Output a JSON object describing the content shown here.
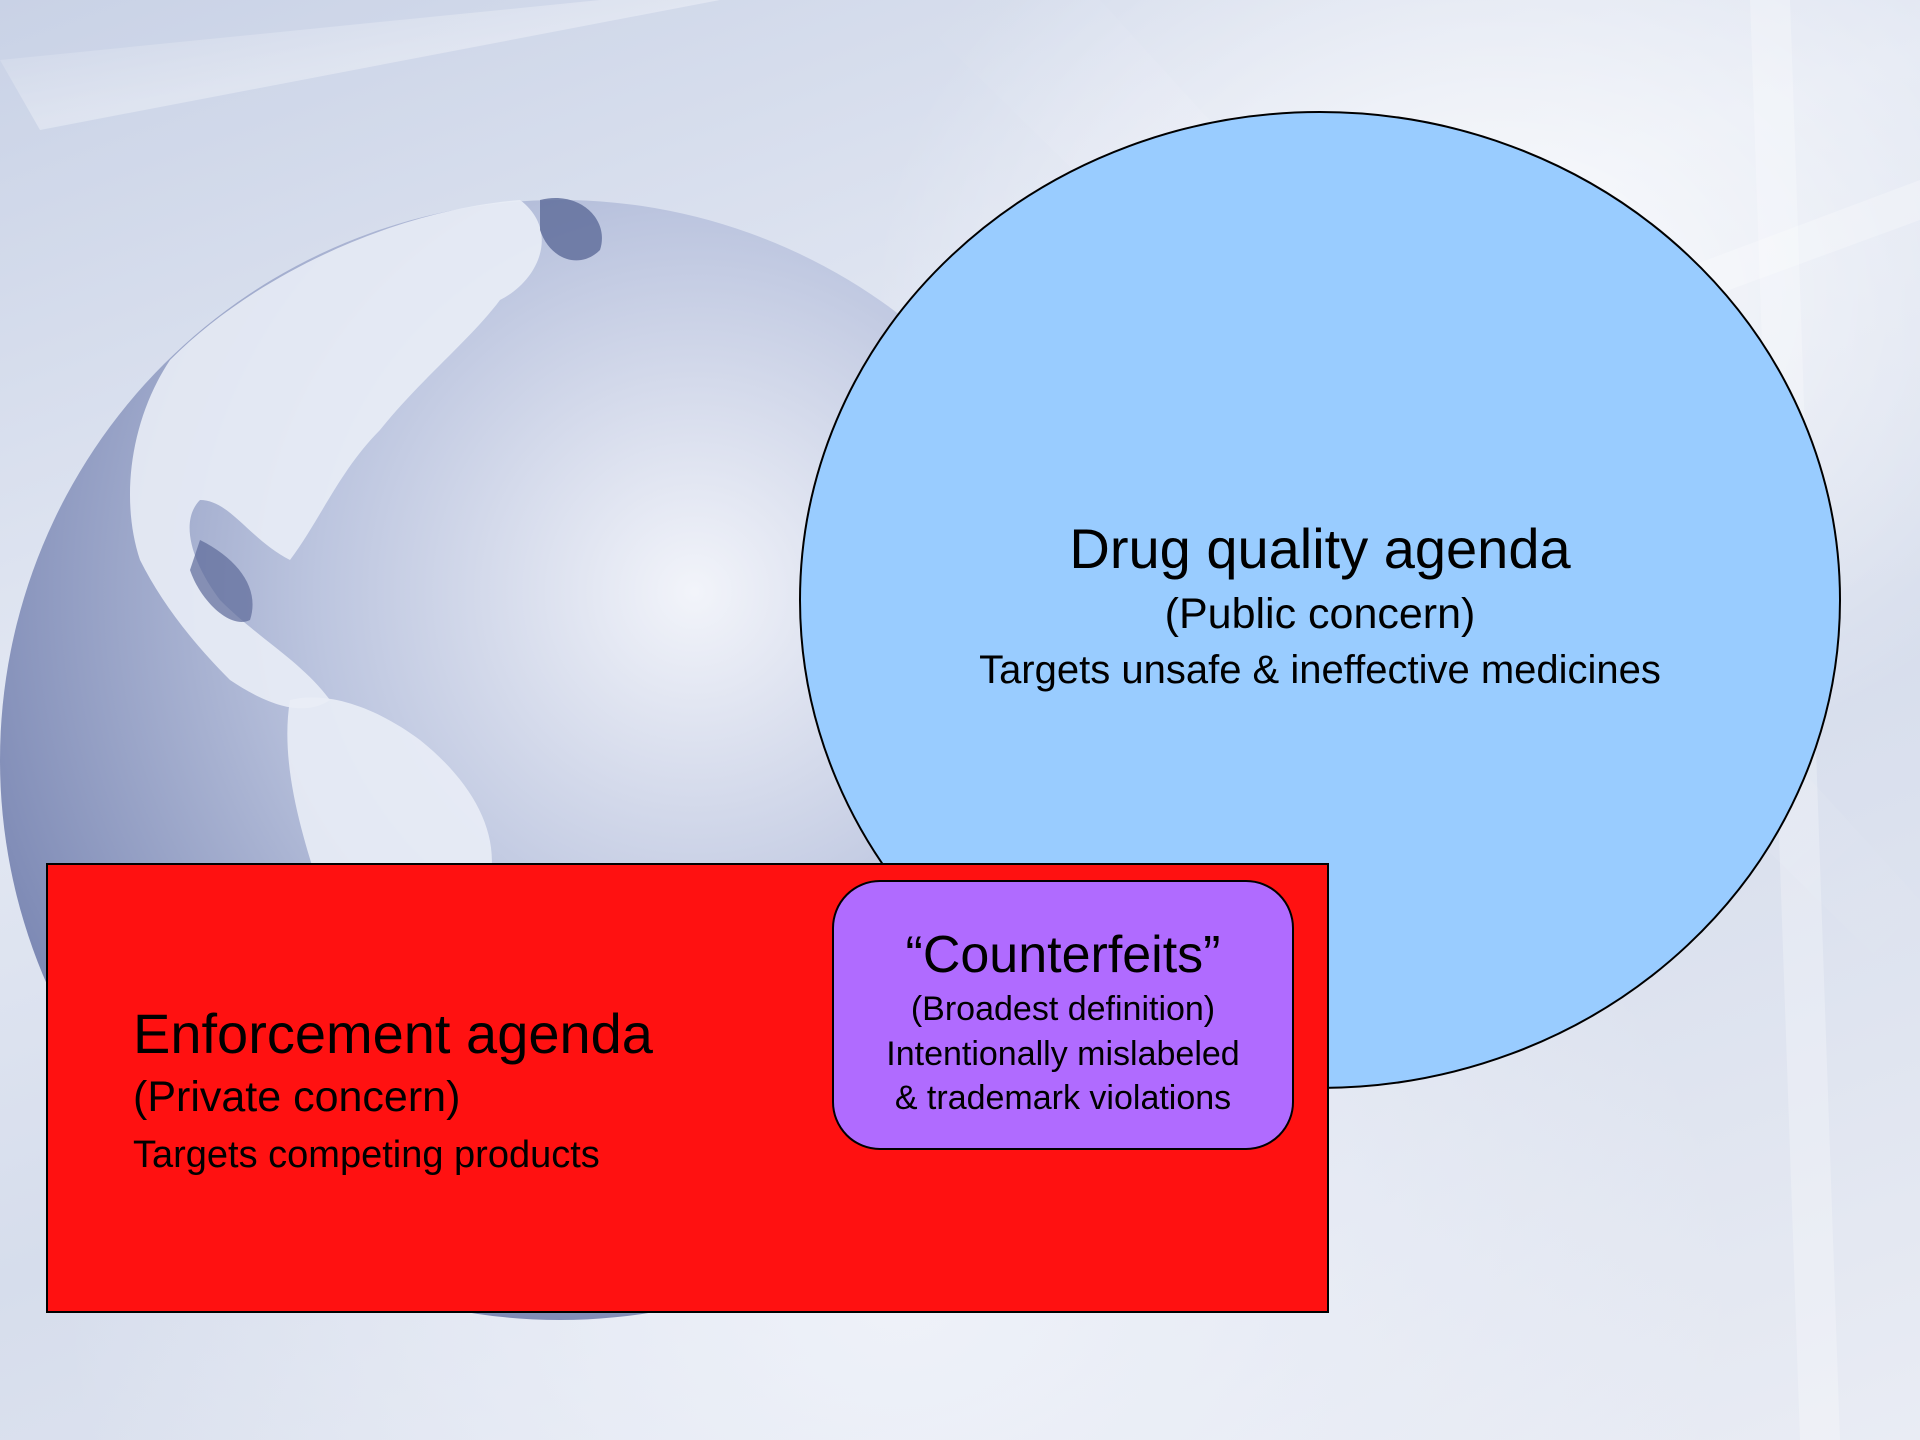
{
  "slide": {
    "background_color": "#dfe4f0",
    "globe_color": "#8a96bd"
  },
  "circle": {
    "title": "Drug quality agenda",
    "subtitle": "(Public concern)",
    "description": "Targets unsafe & ineffective medicines",
    "fill": "#99ccff"
  },
  "rectangle": {
    "title": "Enforcement agenda",
    "subtitle": "(Private concern)",
    "description": "Targets competing products",
    "fill": "#ff1111"
  },
  "overlap_box": {
    "title": "“Counterfeits”",
    "subtitle": "(Broadest definition)",
    "line1": "Intentionally mislabeled",
    "line2": "& trademark violations",
    "fill": "#b06bff"
  }
}
